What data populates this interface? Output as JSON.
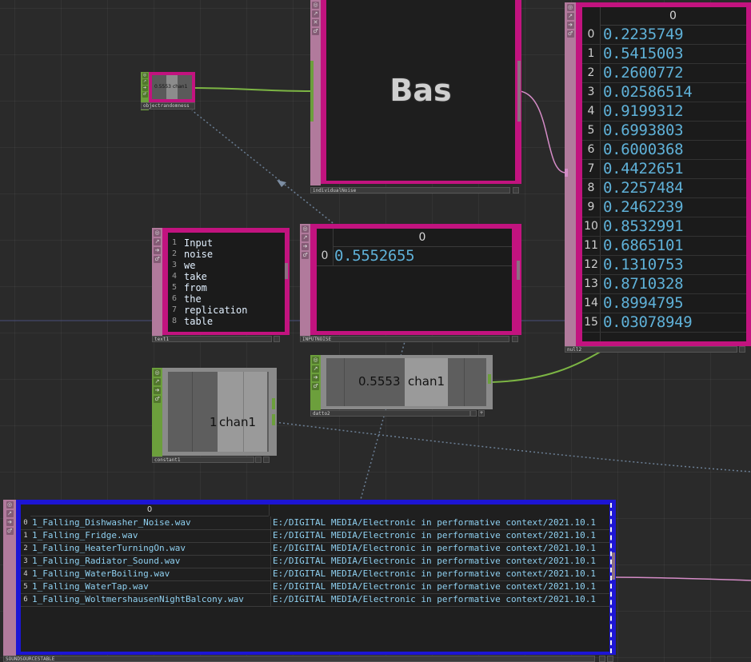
{
  "colors": {
    "dat": "#c2137f",
    "chop": "#6c9f3c",
    "top": "#b17a9c",
    "table_border": "#1d15d4",
    "wire_chop": "#7cb544",
    "wire_dat": "#d58cc7",
    "wire_link": "#6b7f95",
    "table_text": "#5fb1d8"
  },
  "nodes": {
    "object_randomness": {
      "label": "objectrandomness",
      "value": "0.5553",
      "chan": "chan1"
    },
    "individual_noise": {
      "label": "individualNoise",
      "display_text": "Bas"
    },
    "null2": {
      "label": "null2",
      "header": "0",
      "rows": [
        {
          "i": "0",
          "v": "0.2235749"
        },
        {
          "i": "1",
          "v": "0.5415003"
        },
        {
          "i": "2",
          "v": "0.2600772"
        },
        {
          "i": "3",
          "v": "0.02586514"
        },
        {
          "i": "4",
          "v": "0.9199312"
        },
        {
          "i": "5",
          "v": "0.6993803"
        },
        {
          "i": "6",
          "v": "0.6000368"
        },
        {
          "i": "7",
          "v": "0.4422651"
        },
        {
          "i": "8",
          "v": "0.2257484"
        },
        {
          "i": "9",
          "v": "0.2462239"
        },
        {
          "i": "10",
          "v": "0.8532991"
        },
        {
          "i": "11",
          "v": "0.6865101"
        },
        {
          "i": "12",
          "v": "0.1310753"
        },
        {
          "i": "13",
          "v": "0.8710328"
        },
        {
          "i": "14",
          "v": "0.8994795"
        },
        {
          "i": "15",
          "v": "0.03078949"
        }
      ]
    },
    "text1": {
      "label": "text1",
      "lines": [
        {
          "n": "1",
          "t": "Input"
        },
        {
          "n": "2",
          "t": "noise"
        },
        {
          "n": "3",
          "t": "we"
        },
        {
          "n": "4",
          "t": "take"
        },
        {
          "n": "5",
          "t": "from"
        },
        {
          "n": "6",
          "t": "the"
        },
        {
          "n": "7",
          "t": "replication"
        },
        {
          "n": "8",
          "t": "table"
        }
      ]
    },
    "inputnoise": {
      "label": "INPUTNOISE",
      "header": "0",
      "row_index": "0",
      "row_value": "0.5552655"
    },
    "datto2": {
      "label": "datto2",
      "value": "0.5553",
      "chan": "chan1"
    },
    "constant1": {
      "label": "constant1",
      "value": "1",
      "chan": "chan1"
    },
    "soundsourcestable": {
      "label": "SOUNDSOURCESTABLE",
      "header": "0",
      "rows": [
        {
          "i": "0",
          "a": "1_Falling_Dishwasher_Noise.wav",
          "b": "E:/DIGITAL MEDIA/Electronic in performative context/2021.10.1"
        },
        {
          "i": "1",
          "a": "1_Falling_Fridge.wav",
          "b": "E:/DIGITAL MEDIA/Electronic in performative context/2021.10.1"
        },
        {
          "i": "2",
          "a": "1_Falling_HeaterTurningOn.wav",
          "b": "E:/DIGITAL MEDIA/Electronic in performative context/2021.10.1"
        },
        {
          "i": "3",
          "a": "1_Falling_Radiator_Sound.wav",
          "b": "E:/DIGITAL MEDIA/Electronic in performative context/2021.10.1"
        },
        {
          "i": "4",
          "a": "1_Falling_WaterBoiling.wav",
          "b": "E:/DIGITAL MEDIA/Electronic in performative context/2021.10.1"
        },
        {
          "i": "5",
          "a": "1_Falling_WaterTap.wav",
          "b": "E:/DIGITAL MEDIA/Electronic in performative context/2021.10.1"
        },
        {
          "i": "6",
          "a": "1_Falling_WoltmershausenNightBalcony.wav",
          "b": "E:/DIGITAL MEDIA/Electronic in performative context/2021.10.1"
        }
      ]
    }
  }
}
